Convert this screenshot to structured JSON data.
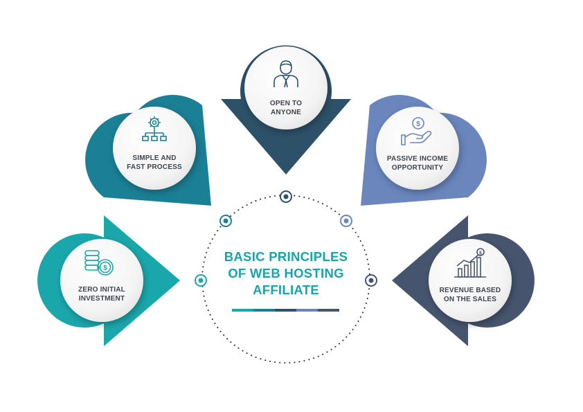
{
  "title": {
    "line1": "BASIC PRINCIPLES",
    "line2": "OF WEB HOSTING",
    "line3": "AFFILIATE"
  },
  "colors": {
    "teal": "#1aa7ac",
    "teal_dark": "#1b7f95",
    "navy": "#2d5168",
    "periwinkle": "#6a86bd",
    "slate": "#46546e",
    "title": "#17a3a8",
    "label": "#3d4350"
  },
  "items": [
    {
      "icon": "coin-stack-icon",
      "line1": "ZERO INITIAL",
      "line2": "INVESTMENT",
      "color": "#1aa7ac"
    },
    {
      "icon": "process-flow-icon",
      "line1": "SIMPLE AND",
      "line2": "FAST PROCESS",
      "color": "#1b7f95"
    },
    {
      "icon": "person-icon",
      "line1": "OPEN TO",
      "line2": "ANYONE",
      "color": "#2d5168"
    },
    {
      "icon": "hand-coin-icon",
      "line1": "PASSIVE INCOME",
      "line2": "OPPORTUNITY",
      "color": "#6a86bd"
    },
    {
      "icon": "growth-chart-icon",
      "line1": "REVENUE BASED",
      "line2": "ON THE SALES",
      "color": "#46546e"
    }
  ],
  "underline_colors": [
    "#1aa7ac",
    "#1b7f95",
    "#2d5168",
    "#6a86bd",
    "#46546e"
  ]
}
